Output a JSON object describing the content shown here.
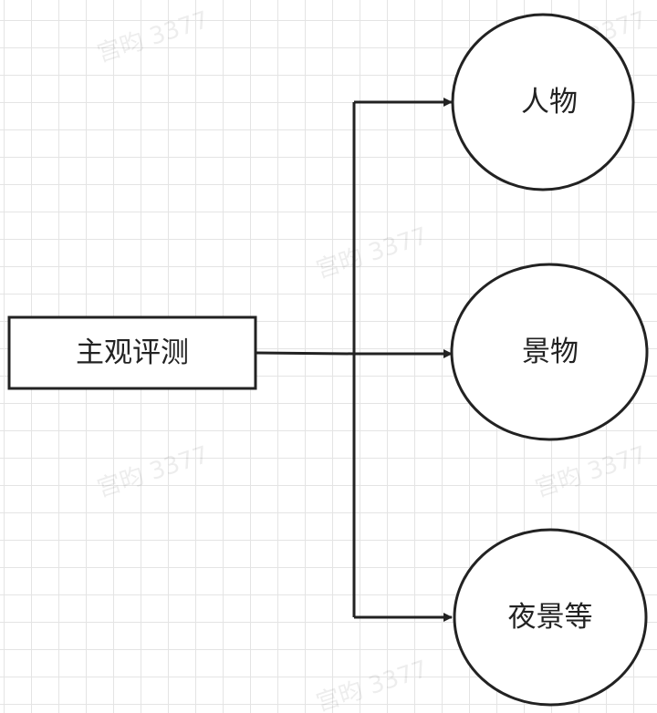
{
  "source": {
    "label": "主观评测"
  },
  "targets": [
    {
      "label": "人物"
    },
    {
      "label": "景物"
    },
    {
      "label": "夜景等"
    }
  ],
  "watermark": "宫昀 3377",
  "colors": {
    "stroke": "#222222",
    "grid": "#e4e4e4",
    "background": "#ffffff"
  }
}
